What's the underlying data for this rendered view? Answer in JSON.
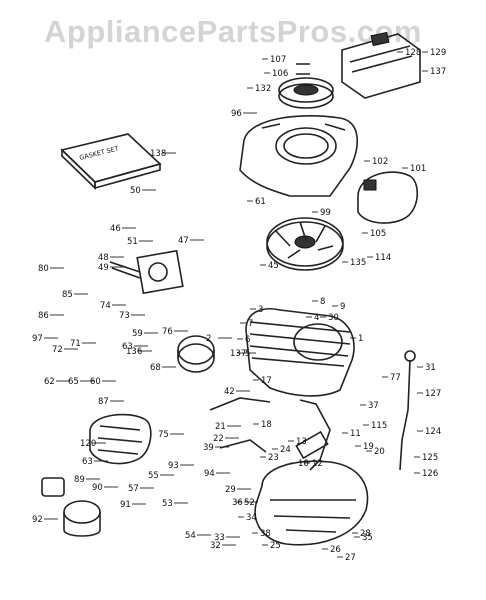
{
  "watermark": "AppliancePartsPros.com",
  "gasket_set_label": "GASKET SET",
  "callouts": [
    "128",
    "129",
    "137",
    "107",
    "106",
    "132",
    "138",
    "96",
    "102",
    "101",
    "50",
    "61",
    "99",
    "46",
    "105",
    "114",
    "51",
    "47",
    "48",
    "49",
    "45",
    "135",
    "80",
    "85",
    "74",
    "73",
    "86",
    "97",
    "72",
    "71",
    "59",
    "63",
    "62",
    "65",
    "60",
    "136",
    "76",
    "7",
    "6",
    "5",
    "4",
    "3",
    "1",
    "2",
    "137",
    "68",
    "31",
    "127",
    "124",
    "87",
    "17",
    "42",
    "21",
    "22",
    "18",
    "13",
    "11",
    "10",
    "12",
    "20",
    "19",
    "115",
    "77",
    "37",
    "120",
    "75",
    "39",
    "23",
    "24",
    "125",
    "126",
    "63",
    "93",
    "94",
    "52",
    "53",
    "55",
    "57",
    "89",
    "90",
    "92",
    "91",
    "54",
    "33",
    "32",
    "38",
    "25",
    "26",
    "27",
    "28",
    "30",
    "8",
    "9",
    "29",
    "36",
    "34",
    "35"
  ]
}
